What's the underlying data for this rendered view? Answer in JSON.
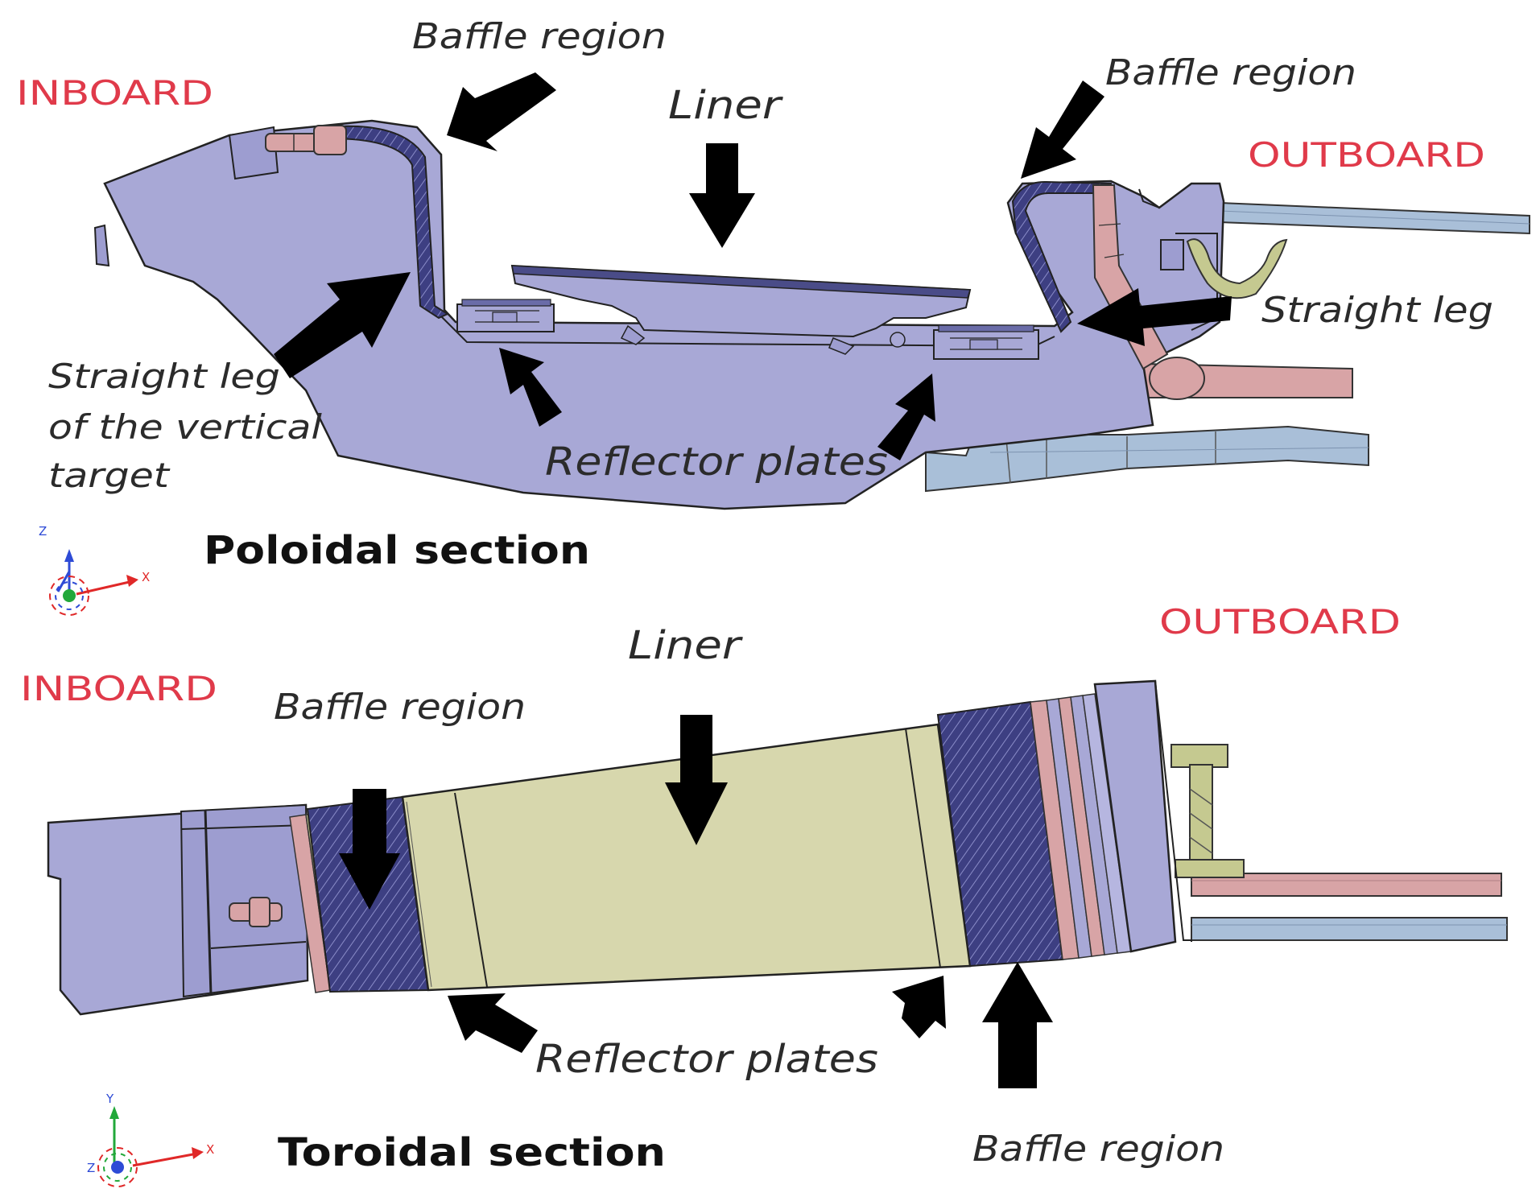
{
  "poloidal": {
    "inboard": "INBOARD",
    "outboard": "OUTBOARD",
    "baffle_left": "Baffle region",
    "baffle_right": "Baffle region",
    "liner": "Liner",
    "straight_leg_right": "Straight leg",
    "straight_leg_left": [
      "Straight leg",
      "of the vertical",
      "target"
    ],
    "reflector": "Reflector plates",
    "section_title": "Poloidal section",
    "axes": {
      "up": "Z",
      "right": "X"
    }
  },
  "toroidal": {
    "inboard": "INBOARD",
    "outboard": "OUTBOARD",
    "baffle_top": "Baffle region",
    "baffle_bottom": "Baffle region",
    "liner": "Liner",
    "reflector": "Reflector plates",
    "section_title": "Toroidal section",
    "axes": {
      "up": "Y",
      "right": "X",
      "origin": "Z"
    }
  },
  "colors": {
    "body": "#a8a8d6",
    "body_dark": "#9d9dd0",
    "pink": "#d8a4a6",
    "blue_pipe": "#a9bfd8",
    "liner_yellow": "#d7d7ad",
    "tile_dark": "#3a3c7a",
    "green_part": "#c5c990",
    "label_red": "#e03a4a",
    "arrow": "#000000"
  }
}
